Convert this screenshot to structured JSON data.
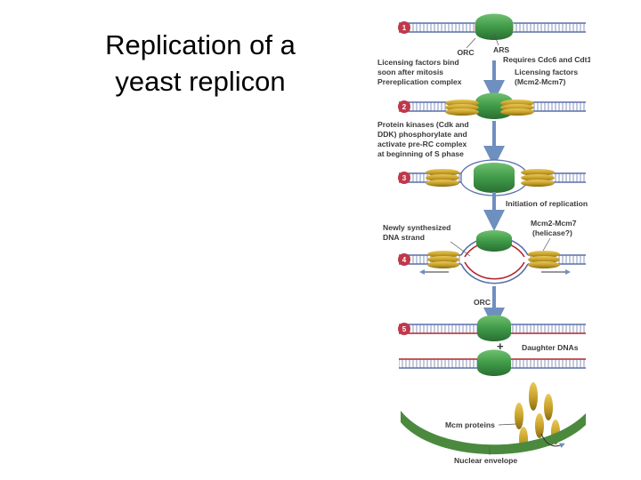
{
  "slide": {
    "title_line1": "Replication of a",
    "title_line2": "yeast replicon"
  },
  "diagram": {
    "steps": [
      "1",
      "2",
      "3",
      "4",
      "5"
    ],
    "labels": {
      "orc": "ORC",
      "ars": "ARS",
      "requires": "Requires Cdc6 and Cdt1",
      "licensing_bind_1": "Licensing factors bind",
      "licensing_bind_2": "soon after mitosis",
      "licensing_factors_1": "Licensing factors",
      "licensing_factors_2": "(Mcm2-Mcm7)",
      "prerep": "Prereplication complex",
      "kinases_1": "Protein kinases (Cdk and",
      "kinases_2": "DDK) phosphorylate and",
      "kinases_3": "activate pre-RC complex",
      "kinases_4": "at beginning of S phase",
      "initiation": "Initiation of replication",
      "newly_1": "Newly synthesized",
      "newly_2": "DNA strand",
      "mcm_helicase_1": "Mcm2-Mcm7",
      "mcm_helicase_2": "(helicase?)",
      "orc2": "ORC",
      "plus": "+",
      "daughter": "Daughter DNAs",
      "mcm_proteins": "Mcm proteins",
      "nuclear_envelope": "Nuclear envelope"
    }
  },
  "colors": {
    "dna_blue": "#5b6ea8",
    "rung": "#9aa7c8",
    "new_strand": "#b3262c",
    "orc_green": "#3f9a48",
    "mcm_gold": "#c9a32a",
    "arrow_blue": "#6f8fbf",
    "step_circle": "#c0384a",
    "envelope": "#4b8a3e"
  }
}
